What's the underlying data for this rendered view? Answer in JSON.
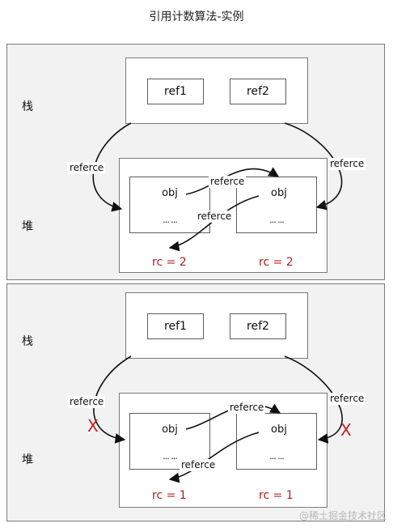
{
  "title": "引用计数算法-实例",
  "labels": {
    "stack": "栈",
    "heap": "堆",
    "ref1": "ref1",
    "ref2": "ref2",
    "obj": "obj",
    "dots": "... ...",
    "reference": "referce"
  },
  "panels": [
    {
      "rc_left": "rc = 2",
      "rc_right": "rc = 2",
      "cut": false
    },
    {
      "rc_left": "rc = 1",
      "rc_right": "rc = 1",
      "cut": true,
      "cut_mark": "X"
    }
  ],
  "watermark": "@稀土掘金技术社区",
  "colors": {
    "rc": "#b01e1e",
    "cut": "#c62020",
    "panel_bg": "#f2f2f2",
    "border": "#7a7a7a"
  }
}
